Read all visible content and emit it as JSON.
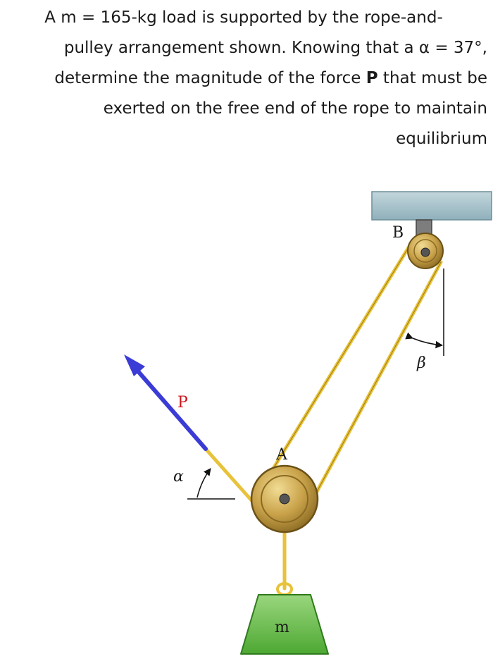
{
  "problem": {
    "line1": "A m = 165-kg load is supported by the rope-and-",
    "line2": "pulley arrangement shown. Knowing that a α = 37°,",
    "line3_before": "determine the magnitude of the force ",
    "line3_bold": "P",
    "line3_after": " that must be",
    "line4": "exerted on the free end of the rope to maintain",
    "line5": "equilibrium"
  },
  "figure": {
    "labels": {
      "support_pulley": "B",
      "moving_pulley": "A",
      "force": "P",
      "angle_alpha": "α",
      "angle_beta": "β",
      "mass": "m"
    },
    "colors": {
      "ceiling": "#a9c3cc",
      "rope": "#e8c23a",
      "pulley": "#c9a24a",
      "force_arrow": "#3b3bd6",
      "mass_block": "#6ec24e",
      "force_label": "#c8161d"
    }
  }
}
